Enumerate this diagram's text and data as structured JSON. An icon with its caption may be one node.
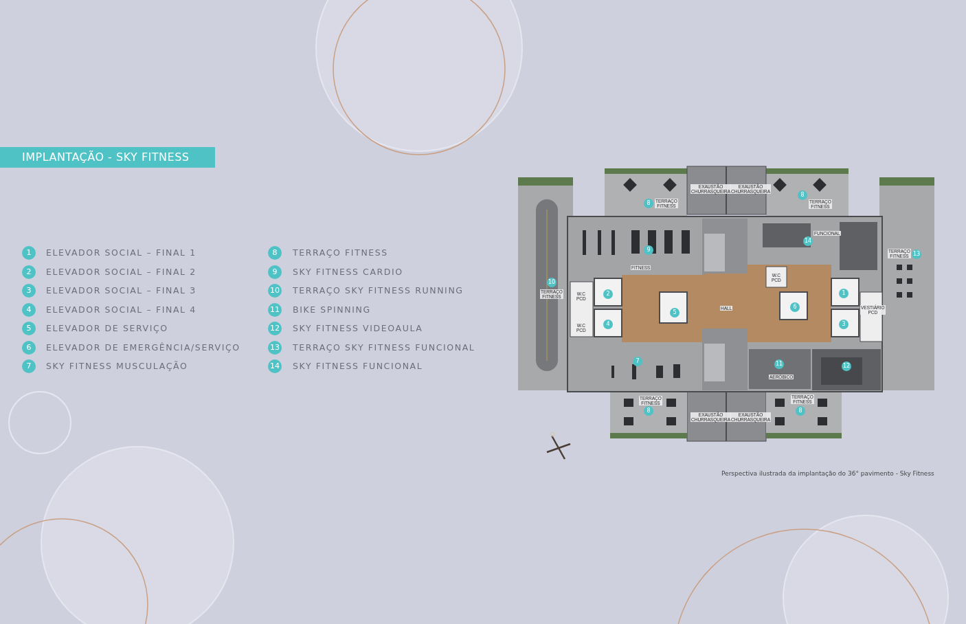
{
  "diagram": {
    "title": "IMPLANTAÇÃO - SKY FITNESS",
    "caption": "Perspectiva ilustrada da implantação do 36° pavimento - Sky Fitness",
    "labels": [
      "1",
      "ELEVADOR SOCIAL – FINAL 1",
      "2",
      "ELEVADOR SOCIAL – FINAL 2",
      "3",
      "ELEVADOR SOCIAL – FINAL 3",
      "4",
      "ELEVADOR SOCIAL – FINAL 4",
      "5",
      "ELEVADOR DE SERVIÇO",
      "6",
      "ELEVADOR DE EMERGÊNCIA/SERVIÇO",
      "7",
      "SKY FITNESS MUSCULAÇÃO",
      "8",
      "TERRAÇO FITNESS",
      "9",
      "SKY FITNESS CARDIO",
      "10",
      "TERRAÇO SKY FITNESS RUNNING",
      "11",
      "BIKE SPINNING",
      "12",
      "SKY FITNESS VIDEOAULA",
      "13",
      "TERRAÇO SKY FITNESS FUNCIONAL",
      "14",
      "SKY FITNESS FUNCIONAL",
      "8",
      "8",
      "14",
      "9",
      "13",
      "10",
      "2",
      "1",
      "5",
      "6",
      "4",
      "3",
      "7",
      "11",
      "12",
      "8",
      "8",
      "EXAUSTÃO CHURRASQUEIRA",
      "EXAUSTÃO CHURRASQUEIRA",
      "TERRAÇO FITNESS",
      "TERRAÇO FITNESS",
      "FUNCIONAL",
      "FITNESS",
      "TERRAÇO FITNESS",
      "W.C PCD",
      "TERRAÇO FITNESS",
      "W.C PCD",
      "HALL",
      "VESTIÁRIO PCD",
      "W.C PCD",
      "AERÓBICO",
      "TERRAÇO FITNESS",
      "TERRAÇO FITNESS",
      "EXAUSTÃO CHURRASQUEIRA",
      "EXAUSTÃO CHURRASQUEIRA"
    ]
  }
}
